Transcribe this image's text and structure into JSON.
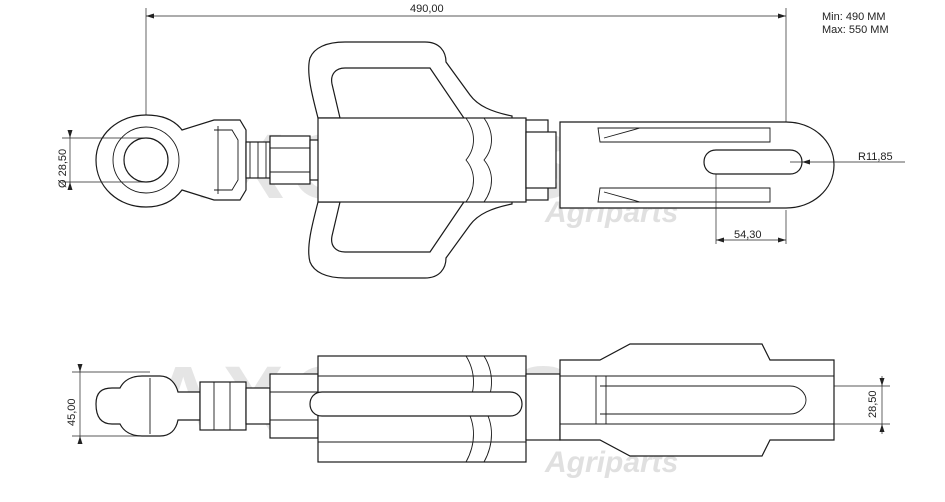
{
  "range_note": {
    "min": "Min: 490 MM",
    "max": "Max: 550 MM"
  },
  "dimensions": {
    "overall_length": "490,00",
    "eye_diameter": "Ø 28,50",
    "hook_radius": "R11,85",
    "slot_length": "54,30",
    "side_thickness": "45,00",
    "hook_width": "28,50"
  },
  "watermark": {
    "brand": "AXONAS",
    "tagline": "Agriparts"
  }
}
